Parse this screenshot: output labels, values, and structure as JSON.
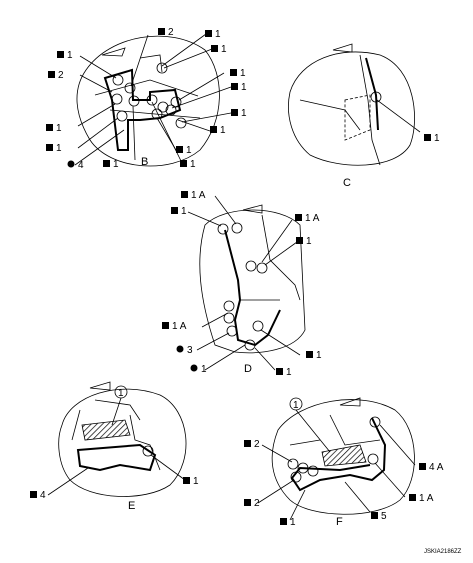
{
  "views": [
    {
      "letter": "B"
    },
    {
      "letter": "C"
    },
    {
      "letter": "D"
    },
    {
      "letter": "E"
    },
    {
      "letter": "F"
    }
  ],
  "view_b": {
    "callouts": [
      "1",
      "2",
      "1",
      "1",
      "2",
      "1",
      "1",
      "1",
      "1",
      "1",
      "1",
      "1",
      "4",
      "1",
      "1"
    ]
  },
  "view_c": {
    "callouts": [
      "1"
    ]
  },
  "view_d": {
    "callouts": [
      "1 A",
      "1",
      "1 A",
      "1",
      "1 A",
      "3",
      "1",
      "1",
      "1"
    ]
  },
  "view_e": {
    "callouts": [
      "1",
      "4",
      "1"
    ]
  },
  "view_f": {
    "callouts": [
      "1",
      "2",
      "2",
      "1",
      "5",
      "4 A",
      "1 A"
    ]
  },
  "code": "JSKIA2186ZZ"
}
